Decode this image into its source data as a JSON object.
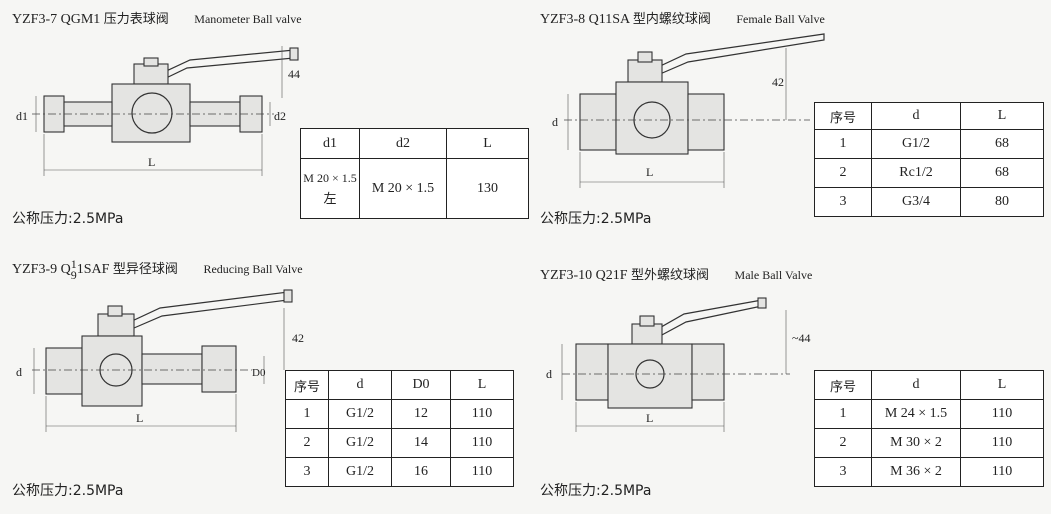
{
  "panels": [
    {
      "model": "YZF3-7 QGM1",
      "name_cn": "压力表球阀",
      "name_en": "Manometer Ball valve",
      "pressure": "公称压力:2.5MPa",
      "dims": {
        "height": "44",
        "d1": "d1",
        "d2": "d2",
        "L": "L"
      },
      "table": {
        "headers": [
          "d1",
          "d2",
          "L"
        ],
        "rows": [
          [
            "M 20 × 1.5",
            "左",
            "M 20 × 1.5",
            "130"
          ]
        ]
      }
    },
    {
      "model": "YZF3-8 Q11SA",
      "name_cn": "型内螺纹球阀",
      "name_en": "Female Ball Valve",
      "pressure": "公称压力:2.5MPa",
      "dims": {
        "height": "42",
        "d": "d",
        "L": "L"
      },
      "table": {
        "headers": [
          "序号",
          "d",
          "L"
        ],
        "rows": [
          [
            "1",
            "G1/2",
            "68"
          ],
          [
            "2",
            "Rc1/2",
            "68"
          ],
          [
            "3",
            "G3/4",
            "80"
          ]
        ]
      }
    },
    {
      "model_prefix": "YZF3-9 Q",
      "model_frac_num": "1",
      "model_frac_den": "9",
      "model_suffix": "1SAF",
      "name_cn": "型异径球阀",
      "name_en": "Reducing Ball Valve",
      "pressure": "公称压力:2.5MPa",
      "dims": {
        "height": "42",
        "d": "d",
        "D0": "D0",
        "L": "L"
      },
      "table": {
        "headers": [
          "序号",
          "d",
          "D0",
          "L"
        ],
        "rows": [
          [
            "1",
            "G1/2",
            "12",
            "110"
          ],
          [
            "2",
            "G1/2",
            "14",
            "110"
          ],
          [
            "3",
            "G1/2",
            "16",
            "110"
          ]
        ]
      }
    },
    {
      "model": "YZF3-10 Q21F",
      "name_cn": "型外螺纹球阀",
      "name_en": "Male Ball Valve",
      "pressure": "公称压力:2.5MPa",
      "dims": {
        "height": "~44",
        "d": "d",
        "L": "L"
      },
      "table": {
        "headers": [
          "序号",
          "d",
          "L"
        ],
        "rows": [
          [
            "1",
            "M 24 × 1.5",
            "110"
          ],
          [
            "2",
            "M 30 × 2",
            "110"
          ],
          [
            "3",
            "M 36 × 2",
            "110"
          ]
        ]
      }
    }
  ]
}
